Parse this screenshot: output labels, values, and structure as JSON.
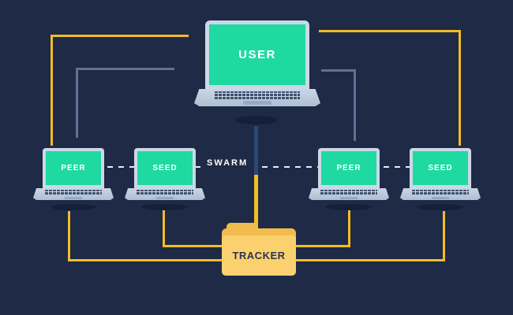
{
  "diagram": {
    "nodes": {
      "user": {
        "label": "USER",
        "type": "laptop"
      },
      "peer_left": {
        "label": "PEER",
        "type": "laptop"
      },
      "seed_left": {
        "label": "SEED",
        "type": "laptop"
      },
      "peer_right": {
        "label": "PEER",
        "type": "laptop"
      },
      "seed_right": {
        "label": "SEED",
        "type": "laptop"
      },
      "tracker": {
        "label": "TRACKER",
        "type": "folder"
      },
      "swarm": {
        "label": "SWARM",
        "type": "group-label"
      }
    },
    "colors": {
      "background": "#1f2a47",
      "screen_green": "#1fd9a2",
      "line_yellow": "#f2bd25",
      "line_blue": "#5e7296",
      "center_line_top": "#2c4675",
      "dash_white": "#e4ebf4",
      "laptop_frame": "#ccd8e5",
      "laptop_base": "#c9d6e4",
      "key_dark": "#3e5171",
      "shadow": "#141f3a",
      "folder_dark": "#f2bb4d",
      "folder_light": "#fbd170",
      "folder_text": "#2a3450",
      "text_white": "#ffffff"
    }
  }
}
